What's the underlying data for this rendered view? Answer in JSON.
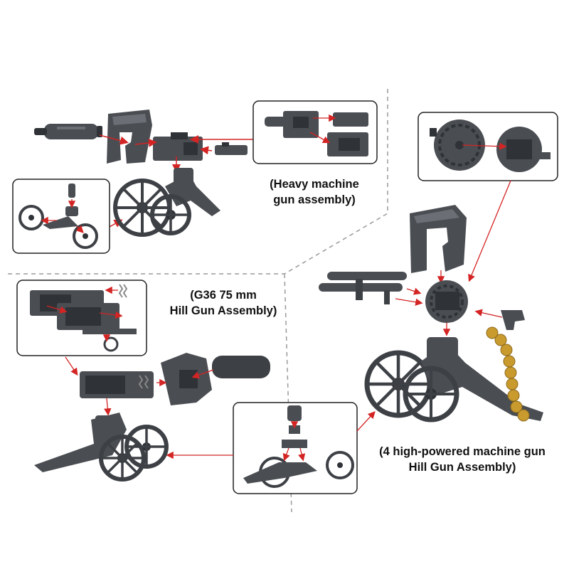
{
  "captions": {
    "heavy_machine_gun": "(Heavy machine\ngun assembly)",
    "g36_hill_gun": "(G36 75 mm\nHill Gun Assembly)",
    "four_high_powered": "(4 high-powered machine gun\nHill Gun Assembly)"
  },
  "colors": {
    "part_gray": "#4a4d52",
    "part_dark": "#2f3236",
    "part_light": "#6b6f75",
    "arrow_red": "#d42424",
    "ammo_gold": "#c99a2e",
    "divider": "#9a9a9a"
  }
}
